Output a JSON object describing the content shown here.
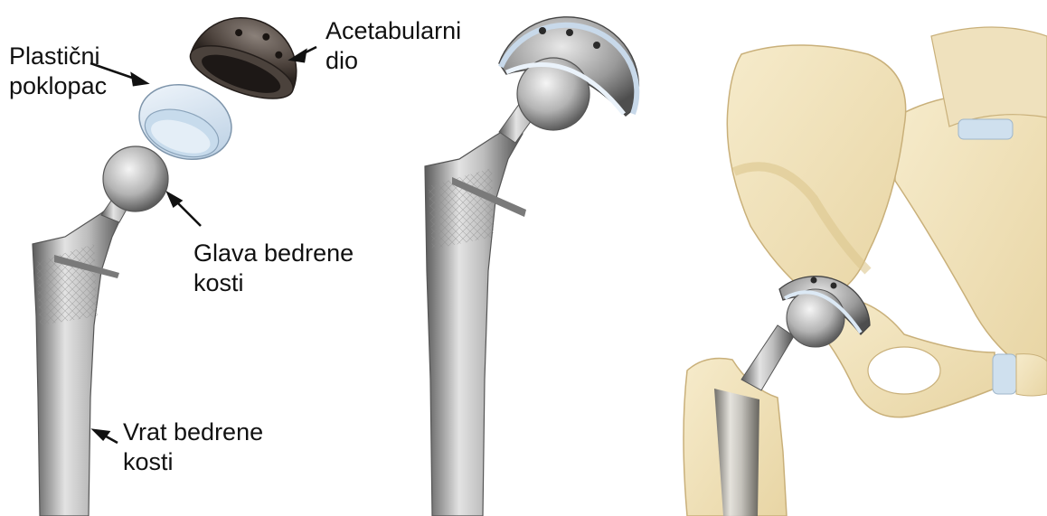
{
  "labels": {
    "plastic_cover": {
      "line1": "Plastični",
      "line2": "poklopac"
    },
    "acetabular": {
      "line1": "Acetabularni",
      "line2": "dio"
    },
    "femoral_head": {
      "line1": "Glava bedrene",
      "line2": "kosti"
    },
    "femoral_neck": {
      "line1": "Vrat bedrene",
      "line2": "kosti"
    }
  },
  "colors": {
    "metal_light": "#d8d8d8",
    "metal_dark": "#6e6e6e",
    "cup_dark": "#3a3330",
    "liner_blue": "#d6e4f0",
    "bone": "#f3e6c2",
    "bone_edge": "#c9b07a"
  }
}
